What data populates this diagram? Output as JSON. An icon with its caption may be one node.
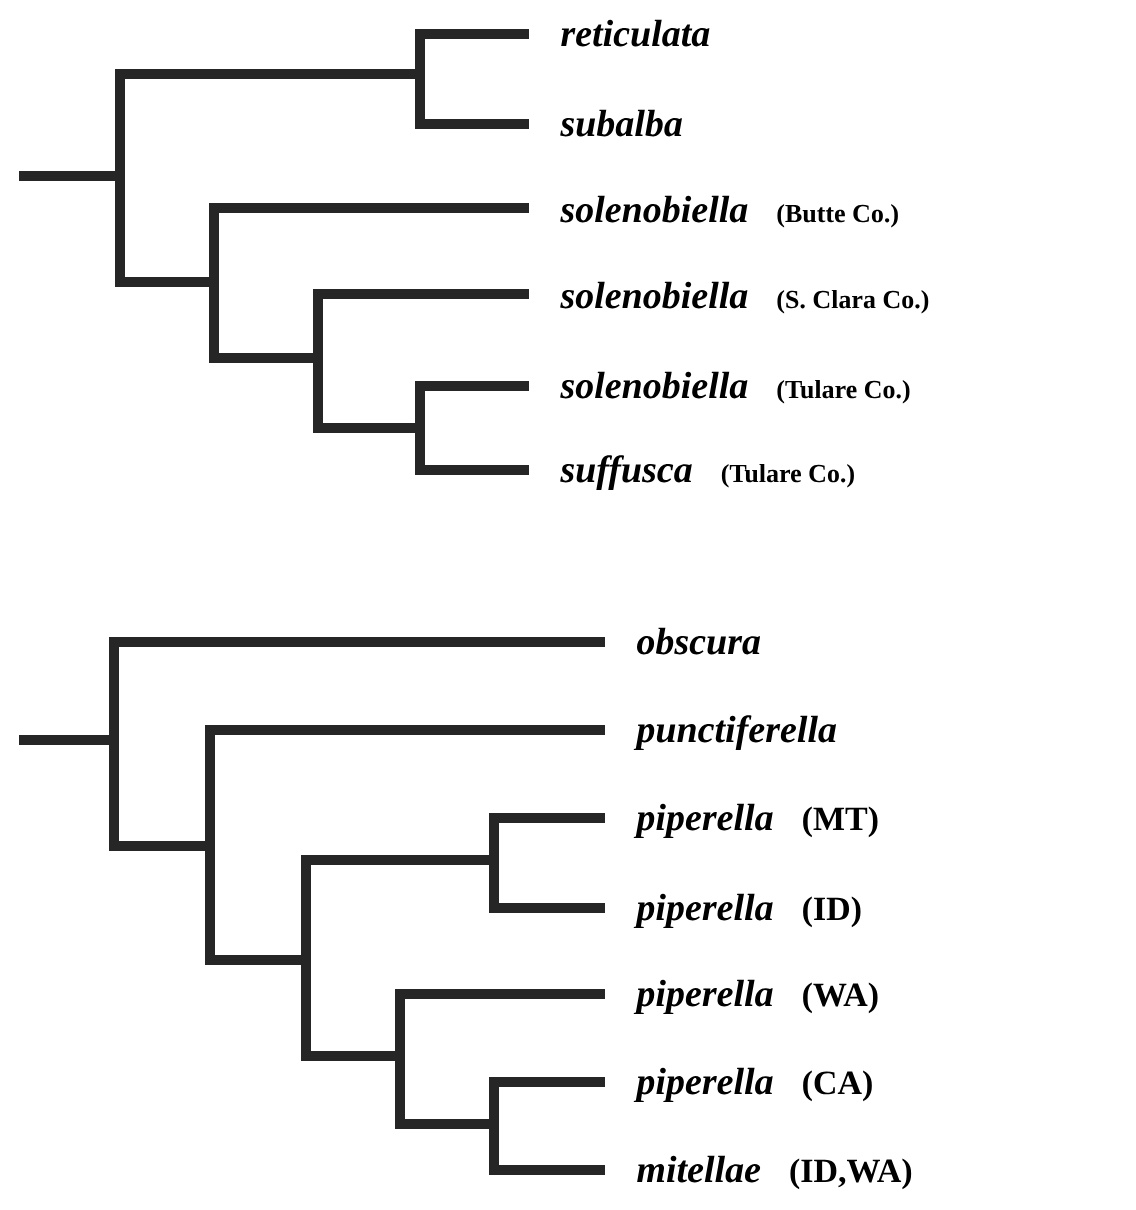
{
  "diagram": {
    "nodes": [
      {
        "text": [
          "reticulata"
        ]
      },
      {
        "text": [
          "subalba"
        ]
      },
      {
        "text": [
          "solenobiella",
          "(Butte Co.)"
        ]
      },
      {
        "text": [
          "solenobiella",
          "(S. Clara Co.)"
        ]
      },
      {
        "text": [
          "solenobiella",
          "(Tulare Co.)"
        ]
      },
      {
        "text": [
          "suffusca",
          "(Tulare Co.)"
        ]
      },
      {
        "text": [
          "obscura"
        ]
      },
      {
        "text": [
          "punctiferella"
        ]
      },
      {
        "text": [
          "piperella",
          "(MT)"
        ]
      },
      {
        "text": [
          "piperella",
          "(ID)"
        ]
      },
      {
        "text": [
          "piperella",
          "(WA)"
        ]
      },
      {
        "text": [
          "piperella",
          "(CA)"
        ]
      },
      {
        "text": [
          "mitellae",
          "(ID,WA)"
        ]
      }
    ]
  }
}
